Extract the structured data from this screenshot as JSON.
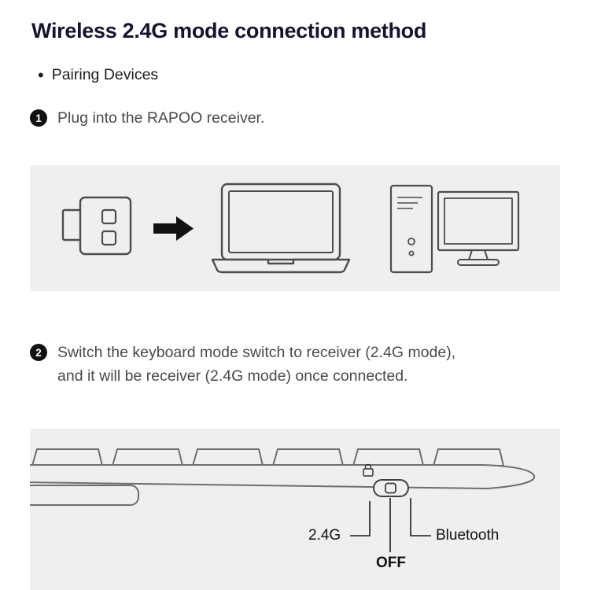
{
  "page": {
    "title": "Wireless 2.4G mode connection method",
    "bullet_glyph": "•",
    "bullet_item": "Pairing Devices",
    "steps": [
      {
        "number": "1",
        "lines": [
          "Plug into the RAPOO receiver."
        ]
      },
      {
        "number": "2",
        "lines": [
          "Switch the keyboard mode switch to receiver (2.4G mode),",
          "and it will be receiver (2.4G mode) once connected."
        ]
      }
    ],
    "illustrations": {
      "receiver_panel": {
        "icons": [
          "usb-receiver-icon",
          "arrow-right-icon",
          "laptop-icon",
          "desktop-pc-icon"
        ]
      },
      "keyboard_panel": {
        "icons": [
          "keyboard-side-icon",
          "lock-icon",
          "mode-switch-icon"
        ],
        "switch_labels": {
          "left": "2.4G",
          "middle": "OFF",
          "right": "Bluetooth"
        }
      }
    },
    "colors": {
      "title_text": "#17132d",
      "body_text": "#4a4a4a",
      "label_text": "#121212",
      "panel_background": "#efefef",
      "line_art_stroke": "#4d4d4d",
      "arrow_fill": "#111111",
      "step_badge_background": "#111111",
      "step_badge_text": "#ffffff"
    }
  }
}
